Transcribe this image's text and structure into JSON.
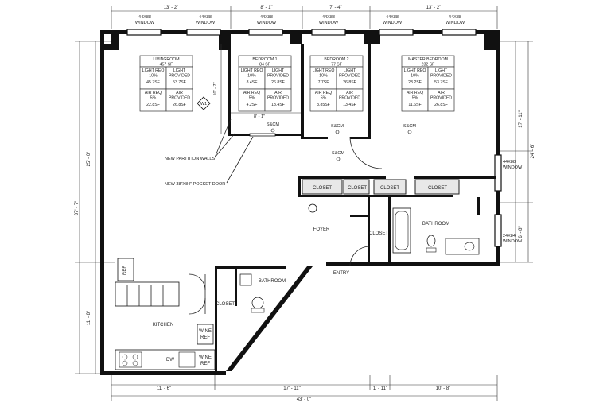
{
  "dims_top": [
    "13' - 2\"",
    "8' - 1\"",
    "7' - 4\"",
    "13' - 2\""
  ],
  "window_top_labels": [
    {
      "size": "44X88",
      "type": "WINDOW"
    },
    {
      "size": "44X88",
      "type": "WINDOW"
    },
    {
      "size": "44X88",
      "type": "WINDOW"
    },
    {
      "size": "44X88",
      "type": "WINDOW"
    },
    {
      "size": "44X88",
      "type": "WINDOW"
    },
    {
      "size": "44X88",
      "type": "WINDOW"
    }
  ],
  "dims_left": [
    "25' - 0\"",
    "37' - 7\"",
    "11' - 8\""
  ],
  "dims_right": [
    "17' - 11\"",
    "24' - 6\"",
    "6' - 8\""
  ],
  "dims_bottom": [
    "11' - 6\"",
    "17' - 11\"",
    "1' - 11\"",
    "10' - 8\""
  ],
  "dim_overall": "43' - 0\"",
  "dim_bed1_width": "8' - 1\"",
  "dim_bed1_height": "10' - 7\"",
  "right_windows": [
    {
      "size": "44X88",
      "type": "WINDOW"
    },
    {
      "size": "24X84",
      "type": "WINDOW"
    }
  ],
  "rooms": [
    {
      "name": "LIVINGROOM",
      "area": "457 SF",
      "light_req_label": "LIGHT REQ",
      "light_req_pct": "10%",
      "light_prov_label": "LIGHT",
      "light_prov_label2": "PROVIDED",
      "light_req_val": "45.7SF",
      "light_prov_val": "53.7SF",
      "air_req_label": "AIR REQ",
      "air_req_pct": "5%",
      "air_prov_label": "AIR",
      "air_prov_label2": "PROVIDED",
      "air_req_val": "22.8SF",
      "air_prov_val": "26.8SF"
    },
    {
      "name": "BEDROOM 1",
      "area": "84 SF",
      "light_req_label": "LIGHT REQ",
      "light_req_pct": "10%",
      "light_prov_label": "LIGHT",
      "light_prov_label2": "PROVIDED",
      "light_req_val": "8.4SF",
      "light_prov_val": "26.8SF",
      "air_req_label": "AIR REQ",
      "air_req_pct": "5%",
      "air_prov_label": "AIR",
      "air_prov_label2": "PROVIDED",
      "air_req_val": "4.2SF",
      "air_prov_val": "13.4SF"
    },
    {
      "name": "BEDROOM 2",
      "area": "77 SF",
      "light_req_label": "LIGHT REQ",
      "light_req_pct": "10%",
      "light_prov_label": "LIGHT",
      "light_prov_label2": "PROVIDED",
      "light_req_val": "7.7SF",
      "light_prov_val": "26.8SF",
      "air_req_label": "AIR REQ",
      "air_req_pct": "5%",
      "air_prov_label": "AIR",
      "air_prov_label2": "PROVIDED",
      "air_req_val": "3.85SF",
      "air_prov_val": "13.4SF"
    },
    {
      "name": "MASTER BEDROOM",
      "area": "232 SF",
      "light_req_label": "LIGHT REQ",
      "light_req_pct": "10%",
      "light_prov_label": "LIGHT",
      "light_prov_label2": "PROVIDED",
      "light_req_val": "23.2SF",
      "light_prov_val": "53.7SF",
      "air_req_label": "AIR REQ",
      "air_req_pct": "5%",
      "air_prov_label": "AIR",
      "air_prov_label2": "PROVIDED",
      "air_req_val": "11.6SF",
      "air_prov_val": "26.8SF"
    }
  ],
  "labels": {
    "scm": "S&CM",
    "w1": "W1",
    "new_partition": "NEW PARTITION WALLS",
    "pocket_door": "NEW 38\"X84\" POCKET DOOR",
    "closet": "CLOSET",
    "bathroom": "BATHROOM",
    "foyer": "FOYER",
    "entry": "ENTRY",
    "kitchen": "KITCHEN",
    "ref": "REF",
    "wine": "WINE",
    "wine_ref": "REF",
    "dw": "DW"
  }
}
